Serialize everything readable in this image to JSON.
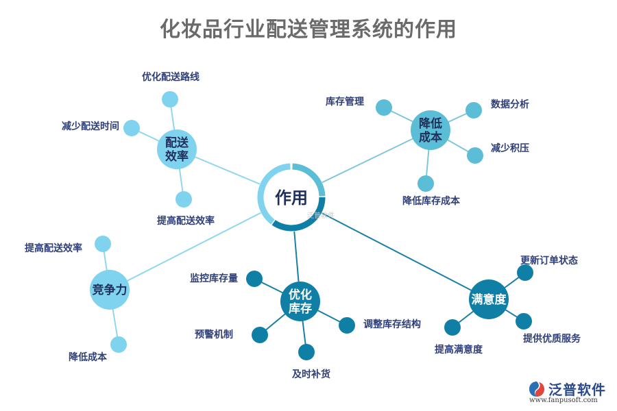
{
  "title": "化妆品行业配送管理系统的作用",
  "center": {
    "label": "作用"
  },
  "colors": {
    "light": "#7fd3ef",
    "mid": "#5bbdd6",
    "dark": "#0f7fa6",
    "text": "#2f3f78",
    "hubText": "#1f2f5a"
  },
  "branches": [
    {
      "id": "efficiency",
      "hub_lines": [
        "配送",
        "效率"
      ],
      "tone": "light",
      "leaves": [
        "优化配送路线",
        "减少配送时间",
        "提高配送效率"
      ]
    },
    {
      "id": "cost",
      "hub_lines": [
        "降低",
        "成本"
      ],
      "tone": "mid",
      "leaves": [
        "库存管理",
        "数据分析",
        "减少积压",
        "降低库存成本"
      ]
    },
    {
      "id": "competitive",
      "hub_lines": [
        "竞争力"
      ],
      "tone": "light",
      "leaves": [
        "提高配送效率",
        "降低成本"
      ]
    },
    {
      "id": "inventory",
      "hub_lines": [
        "优化",
        "库存"
      ],
      "tone": "dark",
      "leaves": [
        "监控库存量",
        "调整库存结构",
        "预警机制",
        "及时补货"
      ]
    },
    {
      "id": "satisfaction",
      "hub_lines": [
        "满意度"
      ],
      "tone": "dark",
      "leaves": [
        "更新订单状态",
        "提供优质服务",
        "提高满意度"
      ]
    }
  ],
  "watermark": "泛普软件",
  "logo": {
    "brand": "泛普软件",
    "url": "www.fanpusoft.com",
    "icon": "fanpu-logo-icon"
  }
}
